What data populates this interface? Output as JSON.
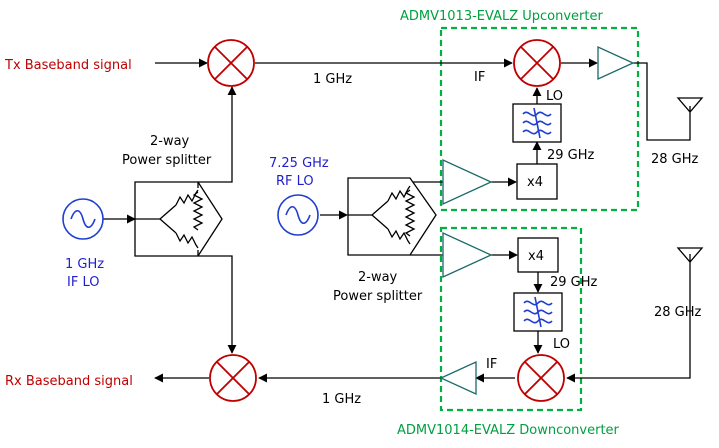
{
  "labels": {
    "tx_signal": "Tx Baseband signal",
    "rx_signal": "Rx Baseband signal",
    "if_lo_freq": "1 GHz",
    "if_lo_name": "IF LO",
    "rf_lo_freq": "7.25 GHz",
    "rf_lo_name": "RF LO",
    "splitter_left_1": "2-way",
    "splitter_left_2": "Power splitter",
    "splitter_right_1": "2-way",
    "splitter_right_2": "Power splitter",
    "tx_if_freq": "1 GHz",
    "rx_if_freq": "1 GHz",
    "up_if": "IF",
    "up_lo": "LO",
    "up_mult": "x4",
    "up_mult_freq": "29 GHz",
    "up_out_freq": "28 GHz",
    "down_if": "IF",
    "down_lo": "LO",
    "down_mult": "x4",
    "down_mult_freq": "29 GHz",
    "down_in_freq": "28 GHz"
  },
  "groups": {
    "upconverter": "ADMV1013-EVALZ Upconverter",
    "downconverter": "ADMV1014-EVALZ Downconverter"
  },
  "colors": {
    "signal_red": "#c00000",
    "lo_blue": "#1f1fd0",
    "group_green": "#00b040"
  }
}
